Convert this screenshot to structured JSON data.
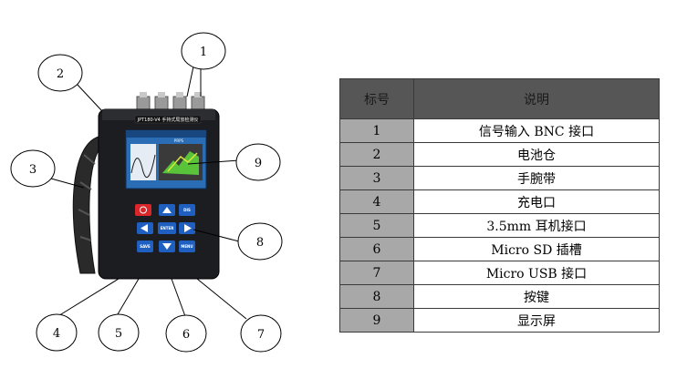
{
  "callouts": [
    "1",
    "2",
    "3",
    "4",
    "5",
    "6",
    "7",
    "8",
    "9"
  ],
  "device": {
    "model_label": "JPT180-V4 手持式局放检测仪",
    "buttons": [
      "DIS",
      "ENTER",
      "SAVE",
      "MENU"
    ],
    "screen_text": [
      "PRPS"
    ]
  },
  "table": {
    "headers": [
      "标号",
      "说明"
    ],
    "rows": [
      {
        "num": "1",
        "desc": "信号输入 BNC 接口"
      },
      {
        "num": "2",
        "desc": "电池仓"
      },
      {
        "num": "3",
        "desc": "手腕带"
      },
      {
        "num": "4",
        "desc": "充电口"
      },
      {
        "num": "5",
        "desc": "3.5mm 耳机接口"
      },
      {
        "num": "6",
        "desc": "Micro SD 插槽"
      },
      {
        "num": "7",
        "desc": "Micro USB 接口"
      },
      {
        "num": "8",
        "desc": "按键"
      },
      {
        "num": "9",
        "desc": "显示屏"
      }
    ]
  },
  "colors": {
    "device_body": "#1c1d20",
    "screen_bg": "#2a6db5",
    "power_button": "#d8262a",
    "nav_button": "#1f5fbf",
    "header_bg": "#565656",
    "number_cell_bg": "#a8a8a8"
  }
}
